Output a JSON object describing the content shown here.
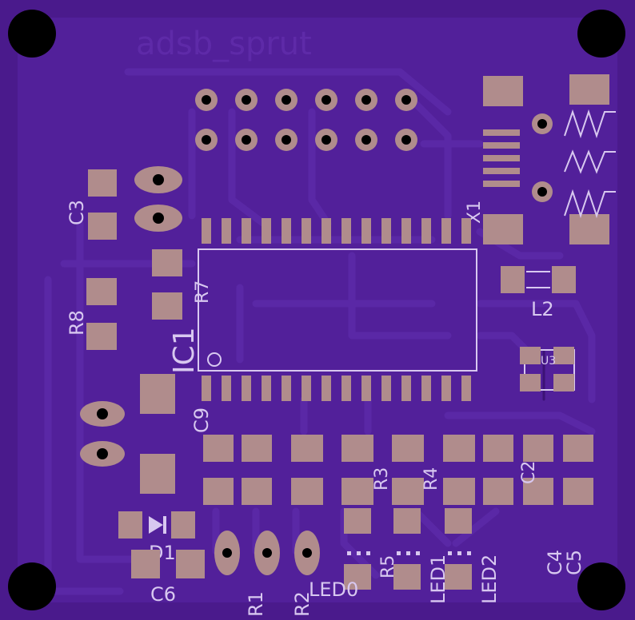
{
  "board": {
    "title": "adsb_sprut",
    "colors": {
      "substrate": "#4a1a8c",
      "copper": "#5a28a6",
      "pad": "#b08c8c",
      "silk": "#d8c8f0",
      "hole": "#000000"
    }
  },
  "labels": {
    "c3": "C3",
    "r8": "R8",
    "r7": "R7",
    "ic1": "IC1",
    "c9": "C9",
    "x1": "X1",
    "l2": "L2",
    "d1": "D1",
    "c6": "C6",
    "r1": "R1",
    "r2": "R2",
    "led0": "LED0",
    "r5": "R5",
    "r3": "R3",
    "r4": "R4",
    "led1": "LED1",
    "led2": "LED2",
    "c4": "C4",
    "c5": "C5",
    "c2": "C2",
    "u3": "U3"
  },
  "icons": {
    "mounting_holes": "mounting-hole-icon",
    "usb_connector": "usb-connector-icon",
    "diode": "diode-icon"
  }
}
